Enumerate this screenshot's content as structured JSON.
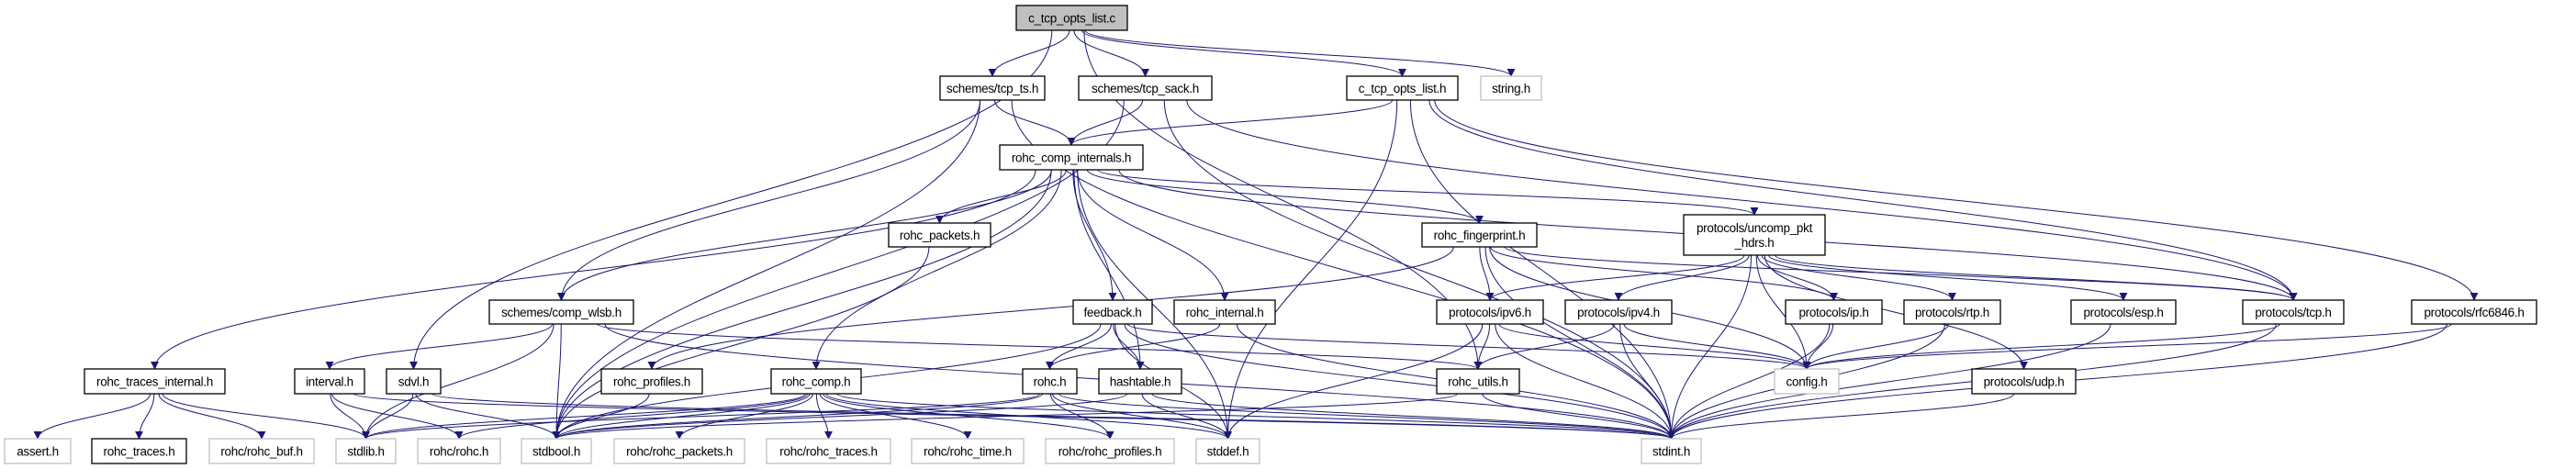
{
  "title": "c_tcp_opts_list.c include dependency graph",
  "colors": {
    "edge": "#191970",
    "root_fill": "#bfbfbf",
    "node_border": "#000000",
    "external_border": "#bfbfbf",
    "background": "#ffffff"
  },
  "nodes": [
    {
      "id": "root",
      "label": "c_tcp_opts_list.c",
      "kind": "root"
    },
    {
      "id": "tcp_ts",
      "label": "schemes/tcp_ts.h",
      "kind": "local"
    },
    {
      "id": "tcp_sack",
      "label": "schemes/tcp_sack.h",
      "kind": "local"
    },
    {
      "id": "opts_h",
      "label": "c_tcp_opts_list.h",
      "kind": "local"
    },
    {
      "id": "string",
      "label": "string.h",
      "kind": "external"
    },
    {
      "id": "comp_internals",
      "label": "rohc_comp_internals.h",
      "kind": "local"
    },
    {
      "id": "rohc_packets",
      "label": "rohc_packets.h",
      "kind": "local"
    },
    {
      "id": "fingerprint",
      "label": "rohc_fingerprint.h",
      "kind": "local"
    },
    {
      "id": "uncomp",
      "label": "protocols/uncomp_pkt\n_hdrs.h",
      "kind": "local"
    },
    {
      "id": "comp_wlsb",
      "label": "schemes/comp_wlsb.h",
      "kind": "local"
    },
    {
      "id": "feedback",
      "label": "feedback.h",
      "kind": "local"
    },
    {
      "id": "rohc_internal",
      "label": "rohc_internal.h",
      "kind": "local"
    },
    {
      "id": "ipv6",
      "label": "protocols/ipv6.h",
      "kind": "local"
    },
    {
      "id": "ipv4",
      "label": "protocols/ipv4.h",
      "kind": "local"
    },
    {
      "id": "ip",
      "label": "protocols/ip.h",
      "kind": "local"
    },
    {
      "id": "rtp",
      "label": "protocols/rtp.h",
      "kind": "local"
    },
    {
      "id": "esp",
      "label": "protocols/esp.h",
      "kind": "local"
    },
    {
      "id": "tcp",
      "label": "protocols/tcp.h",
      "kind": "local"
    },
    {
      "id": "rfc6846",
      "label": "protocols/rfc6846.h",
      "kind": "local"
    },
    {
      "id": "traces_internal",
      "label": "rohc_traces_internal.h",
      "kind": "local"
    },
    {
      "id": "interval",
      "label": "interval.h",
      "kind": "local"
    },
    {
      "id": "sdvl",
      "label": "sdvl.h",
      "kind": "local"
    },
    {
      "id": "rohc_profiles",
      "label": "rohc_profiles.h",
      "kind": "local"
    },
    {
      "id": "rohc_comp",
      "label": "rohc_comp.h",
      "kind": "local"
    },
    {
      "id": "rohc_h",
      "label": "rohc.h",
      "kind": "local"
    },
    {
      "id": "hashtable",
      "label": "hashtable.h",
      "kind": "local"
    },
    {
      "id": "rohc_utils",
      "label": "rohc_utils.h",
      "kind": "local"
    },
    {
      "id": "config",
      "label": "config.h",
      "kind": "external"
    },
    {
      "id": "udp",
      "label": "protocols/udp.h",
      "kind": "local"
    },
    {
      "id": "assert",
      "label": "assert.h",
      "kind": "external"
    },
    {
      "id": "rohc_traces",
      "label": "rohc_traces.h",
      "kind": "local"
    },
    {
      "id": "rohc_buf",
      "label": "rohc/rohc_buf.h",
      "kind": "external"
    },
    {
      "id": "stdlib",
      "label": "stdlib.h",
      "kind": "external"
    },
    {
      "id": "rohc_rohc",
      "label": "rohc/rohc.h",
      "kind": "external"
    },
    {
      "id": "stdbool",
      "label": "stdbool.h",
      "kind": "external"
    },
    {
      "id": "rohc_rohc_packets",
      "label": "rohc/rohc_packets.h",
      "kind": "external"
    },
    {
      "id": "rohc_rohc_traces",
      "label": "rohc/rohc_traces.h",
      "kind": "external"
    },
    {
      "id": "rohc_rohc_time",
      "label": "rohc/rohc_time.h",
      "kind": "external"
    },
    {
      "id": "rohc_rohc_profiles",
      "label": "rohc/rohc_profiles.h",
      "kind": "external"
    },
    {
      "id": "stddef",
      "label": "stddef.h",
      "kind": "external"
    },
    {
      "id": "stdint",
      "label": "stdint.h",
      "kind": "external"
    }
  ],
  "edges": [
    [
      "root",
      "tcp_ts"
    ],
    [
      "root",
      "tcp_sack"
    ],
    [
      "root",
      "opts_h"
    ],
    [
      "root",
      "string"
    ],
    [
      "root",
      "sdvl"
    ],
    [
      "root",
      "rohc_utils"
    ],
    [
      "tcp_ts",
      "comp_internals"
    ],
    [
      "tcp_ts",
      "comp_wlsb"
    ],
    [
      "tcp_ts",
      "stdint"
    ],
    [
      "tcp_ts",
      "stdbool"
    ],
    [
      "tcp_sack",
      "comp_internals"
    ],
    [
      "tcp_sack",
      "tcp"
    ],
    [
      "tcp_sack",
      "stdint"
    ],
    [
      "tcp_sack",
      "stdbool"
    ],
    [
      "opts_h",
      "comp_internals"
    ],
    [
      "opts_h",
      "tcp"
    ],
    [
      "opts_h",
      "rfc6846"
    ],
    [
      "opts_h",
      "stdint"
    ],
    [
      "opts_h",
      "stddef"
    ],
    [
      "comp_internals",
      "rohc_packets"
    ],
    [
      "comp_internals",
      "fingerprint"
    ],
    [
      "comp_internals",
      "uncomp"
    ],
    [
      "comp_internals",
      "comp_wlsb"
    ],
    [
      "comp_internals",
      "feedback"
    ],
    [
      "comp_internals",
      "rohc_internal"
    ],
    [
      "comp_internals",
      "traces_internal"
    ],
    [
      "comp_internals",
      "rohc_comp"
    ],
    [
      "comp_internals",
      "hashtable"
    ],
    [
      "comp_internals",
      "stdbool"
    ],
    [
      "comp_internals",
      "stddef"
    ],
    [
      "comp_internals",
      "tcp"
    ],
    [
      "rohc_packets",
      "stdbool"
    ],
    [
      "fingerprint",
      "ipv6"
    ],
    [
      "fingerprint",
      "ip"
    ],
    [
      "fingerprint",
      "rohc_profiles"
    ],
    [
      "fingerprint",
      "config"
    ],
    [
      "fingerprint",
      "tcp"
    ],
    [
      "fingerprint",
      "stdint"
    ],
    [
      "uncomp",
      "ipv6"
    ],
    [
      "uncomp",
      "ipv4"
    ],
    [
      "uncomp",
      "ip"
    ],
    [
      "uncomp",
      "rtp"
    ],
    [
      "uncomp",
      "esp"
    ],
    [
      "uncomp",
      "tcp"
    ],
    [
      "uncomp",
      "udp"
    ],
    [
      "uncomp",
      "config"
    ],
    [
      "uncomp",
      "stdint"
    ],
    [
      "comp_wlsb",
      "interval"
    ],
    [
      "comp_wlsb",
      "stdlib"
    ],
    [
      "comp_wlsb",
      "stdbool"
    ],
    [
      "comp_wlsb",
      "stdint"
    ],
    [
      "comp_wlsb",
      "rohc_utils"
    ],
    [
      "feedback",
      "rohc_h"
    ],
    [
      "feedback",
      "hashtable"
    ],
    [
      "feedback",
      "stdbool"
    ],
    [
      "feedback",
      "stddef"
    ],
    [
      "feedback",
      "stdint"
    ],
    [
      "feedback",
      "config"
    ],
    [
      "rohc_internal",
      "rohc_h"
    ],
    [
      "rohc_internal",
      "stdint"
    ],
    [
      "ipv6",
      "rohc_utils"
    ],
    [
      "ipv6",
      "config"
    ],
    [
      "ipv6",
      "stdint"
    ],
    [
      "ipv6",
      "stddef"
    ],
    [
      "ipv4",
      "rohc_utils"
    ],
    [
      "ipv4",
      "config"
    ],
    [
      "ipv4",
      "stdint"
    ],
    [
      "ip",
      "config"
    ],
    [
      "ip",
      "stdint"
    ],
    [
      "rtp",
      "config"
    ],
    [
      "rtp",
      "stdint"
    ],
    [
      "esp",
      "stdint"
    ],
    [
      "tcp",
      "config"
    ],
    [
      "tcp",
      "stdint"
    ],
    [
      "rfc6846",
      "config"
    ],
    [
      "rfc6846",
      "stdint"
    ],
    [
      "udp",
      "stdint"
    ],
    [
      "traces_internal",
      "assert"
    ],
    [
      "traces_internal",
      "rohc_traces"
    ],
    [
      "traces_internal",
      "rohc_buf"
    ],
    [
      "traces_internal",
      "stdlib"
    ],
    [
      "interval",
      "stdlib"
    ],
    [
      "interval",
      "rohc_rohc"
    ],
    [
      "interval",
      "stdint"
    ],
    [
      "sdvl",
      "stdlib"
    ],
    [
      "sdvl",
      "stdbool"
    ],
    [
      "sdvl",
      "stdint"
    ],
    [
      "rohc_profiles",
      "stdbool"
    ],
    [
      "rohc_comp",
      "rohc_rohc_packets"
    ],
    [
      "rohc_comp",
      "rohc_rohc_traces"
    ],
    [
      "rohc_comp",
      "rohc_rohc_time"
    ],
    [
      "rohc_comp",
      "rohc_rohc_profiles"
    ],
    [
      "rohc_comp",
      "stdlib"
    ],
    [
      "rohc_comp",
      "stdbool"
    ],
    [
      "rohc_comp",
      "stddef"
    ],
    [
      "rohc_comp",
      "stdint"
    ],
    [
      "rohc_comp",
      "rohc_rohc"
    ],
    [
      "rohc_h",
      "rohc_rohc_profiles"
    ],
    [
      "rohc_h",
      "stdbool"
    ],
    [
      "rohc_h",
      "stddef"
    ],
    [
      "rohc_h",
      "stdint"
    ],
    [
      "rohc_h",
      "stdlib"
    ],
    [
      "hashtable",
      "stddef"
    ],
    [
      "hashtable",
      "stdint"
    ],
    [
      "hashtable",
      "stdbool"
    ],
    [
      "rohc_utils",
      "stdint"
    ],
    [
      "rohc_utils",
      "stdbool"
    ]
  ]
}
